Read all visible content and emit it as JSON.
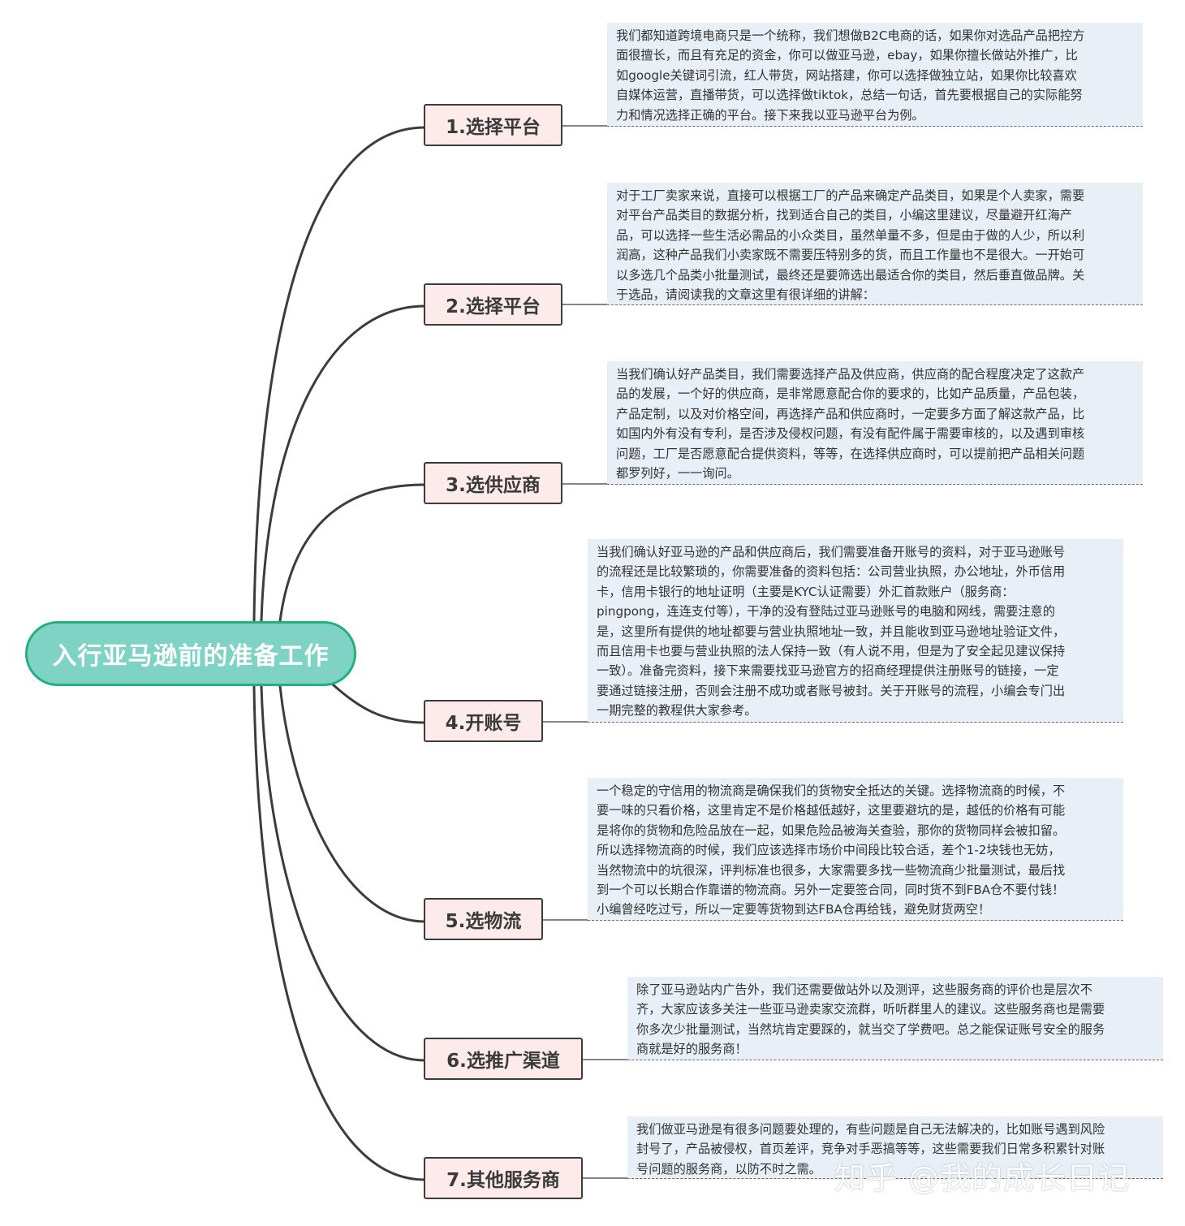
{
  "root": {
    "label": "入行亚马逊前的准备工作"
  },
  "branches": [
    {
      "label": "1.选择平台",
      "note": "我们都知道跨境电商只是一个统称，我们想做B2C电商的话，如果你对选品产品把控方\n面很擅长，而且有充足的资金，你可以做亚马逊，ebay，如果你擅长做站外推广，比\n如google关键词引流，红人带货，网站搭建，你可以选择做独立站，如果你比较喜欢\n自媒体运营，直播带货，可以选择做tiktok，总结一句话，首先要根据自己的实际能努\n力和情况选择正确的平台。接下来我以亚马逊平台为例。"
    },
    {
      "label": "2.选择平台",
      "note": "对于工厂卖家来说，直接可以根据工厂的产品来确定产品类目，如果是个人卖家，需要\n对平台产品类目的数据分析，找到适合自己的类目，小编这里建议，尽量避开红海产\n品，可以选择一些生活必需品的小众类目，虽然单量不多，但是由于做的人少，所以利\n润高，这种产品我们小卖家既不需要压特别多的货，而且工作量也不是很大。一开始可\n以多选几个品类小批量测试，最终还是要筛选出最适合你的类目，然后垂直做品牌。关\n于选品，请阅读我的文章这里有很详细的讲解："
    },
    {
      "label": "3.选供应商",
      "note": "当我们确认好产品类目，我们需要选择产品及供应商，供应商的配合程度决定了这款产\n品的发展，一个好的供应商，是非常愿意配合你的要求的，比如产品质量，产品包装，\n产品定制，以及对价格空间，再选择产品和供应商时，一定要多方面了解这款产品，比\n如国内外有没有专利，是否涉及侵权问题，有没有配件属于需要审核的，以及遇到审核\n问题，工厂是否愿意配合提供资料，等等，在选择供应商时，可以提前把产品相关问题\n都罗列好，一一询问。"
    },
    {
      "label": "4.开账号",
      "note": "当我们确认好亚马逊的产品和供应商后，我们需要准备开账号的资料，对于亚马逊账号\n的流程还是比较繁琐的，你需要准备的资料包括：公司营业执照，办公地址，外币信用\n卡，信用卡银行的地址证明（主要是KYC认证需要）外汇首款账户（服务商：\npingpong，连连支付等），干净的没有登陆过亚马逊账号的电脑和网线，需要注意的\n是，这里所有提供的地址都要与营业执照地址一致，并且能收到亚马逊地址验证文件，\n而且信用卡也要与营业执照的法人保持一致（有人说不用，但是为了安全起见建议保持\n一致）。准备完资料，接下来需要找亚马逊官方的招商经理提供注册账号的链接，一定\n要通过链接注册，否则会注册不成功或者账号被封。关于开账号的流程，小编会专门出\n一期完整的教程供大家参考。"
    },
    {
      "label": "5.选物流",
      "note": "一个稳定的守信用的物流商是确保我们的货物安全抵达的关键。选择物流商的时候，不\n要一味的只看价格，这里肯定不是价格越低越好，这里要避坑的是，越低的价格有可能\n是将你的货物和危险品放在一起，如果危险品被海关查验，那你的货物同样会被扣留。\n所以选择物流商的时候，我们应该选择市场价中间段比较合适，差个1-2块钱也无妨，\n当然物流中的坑很深，评判标准也很多，大家需要多找一些物流商少批量测试，最后找\n到一个可以长期合作靠谱的物流商。另外一定要签合同，同时货不到FBA仓不要付钱！\n小编曾经吃过亏，所以一定要等货物到达FBA仓再给钱，避免财货两空！"
    },
    {
      "label": "6.选推广渠道",
      "note": "除了亚马逊站内广告外，我们还需要做站外以及测评，这些服务商的评价也是层次不\n齐，大家应该多关注一些亚马逊卖家交流群，听听群里人的建议。这些服务商也是需要\n你多次少批量测试，当然坑肯定要踩的，就当交了学费吧。总之能保证账号安全的服务\n商就是好的服务商！"
    },
    {
      "label": "7.其他服务商",
      "note": "我们做亚马逊是有很多问题要处理的，有些问题是自己无法解决的，比如账号遇到风险\n封号了，产品被侵权，首页差评，竞争对手恶搞等等，这些需要我们日常多积累针对账\n号问题的服务商，以防不时之需。"
    }
  ],
  "watermark": "知乎 @我的成长日记",
  "colors": {
    "root_fill": "#7fd3c4",
    "root_border": "#22b07d",
    "branch_fill": "#fdeaea",
    "note_fill": "#e9eff7",
    "line": "#3c3c3c"
  }
}
